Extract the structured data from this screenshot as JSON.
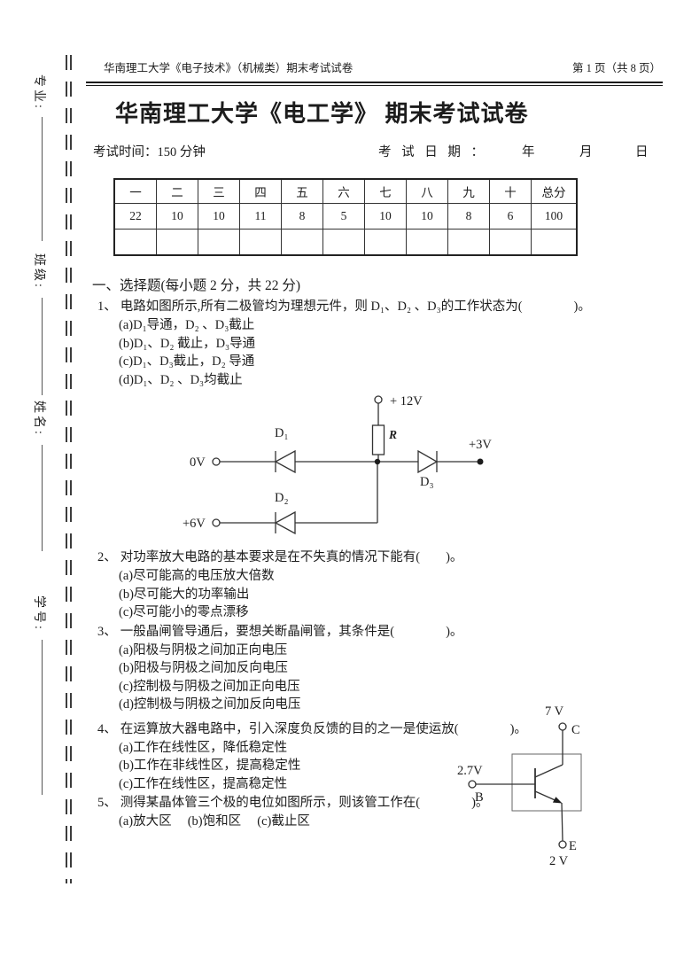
{
  "page": {
    "header_left": "华南理工大学《电子技术》（机械类）期末考试试卷",
    "header_right": "第 1 页（共 8 页）",
    "title": "华南理工大学《电工学》 期末考试试卷",
    "exam_time": "考试时间：150 分钟",
    "date_label": "考 试 日 期 ：",
    "date_year": "年",
    "date_month": "月",
    "date_day": "日"
  },
  "margin_fields": [
    {
      "label": "专业:"
    },
    {
      "label": "班级:"
    },
    {
      "label": "姓名:"
    },
    {
      "label": "学号:"
    }
  ],
  "score_table": {
    "headers": [
      "一",
      "二",
      "三",
      "四",
      "五",
      "六",
      "七",
      "八",
      "九",
      "十",
      "总分"
    ],
    "values": [
      "22",
      "10",
      "10",
      "11",
      "8",
      "5",
      "10",
      "10",
      "8",
      "6",
      "100"
    ],
    "empty_row": [
      "",
      "",
      "",
      "",
      "",
      "",
      "",
      "",
      "",
      "",
      ""
    ]
  },
  "section1": {
    "heading": "一、选择题(每小题 2 分，共 22 分)"
  },
  "questions": [
    {
      "number": "1、",
      "text": "电路如图所示,所有二极管均为理想元件，则 D₁、D₂ 、D₃的工作状态为(　　　　)。",
      "options": [
        "(a)D₁导通，D₂ 、D₃截止",
        "(b)D₁、D₂ 截止，D₃导通",
        "(c)D₁、D₃截止，D₂ 导通",
        "(d)D₁、D₂ 、D₃均截止"
      ]
    },
    {
      "number": "2、",
      "text": "对功率放大电路的基本要求是在不失真的情况下能有(　　)。",
      "options": [
        "(a)尽可能高的电压放大倍数",
        "(b)尽可能大的功率输出",
        "(c)尽可能小的零点漂移"
      ]
    },
    {
      "number": "3、",
      "text": "一般晶闸管导通后，要想关断晶闸管，其条件是(　　　　)。",
      "options": [
        "(a)阳极与阴极之间加正向电压",
        "(b)阳极与阴极之间加反向电压",
        "(c)控制极与阴极之间加正向电压",
        "(d)控制极与阴极之间加反向电压"
      ]
    },
    {
      "number": "4、",
      "text": "在运算放大器电路中，引入深度负反馈的目的之一是使运放(　　　　)。",
      "options": [
        "(a)工作在线性区，降低稳定性",
        "(b)工作在非线性区，提高稳定性",
        "(c)工作在线性区，提高稳定性"
      ]
    },
    {
      "number": "5、",
      "text": "测得某晶体管三个极的电位如图所示，则该管工作在(　　　　)。",
      "options": [
        "(a)放大区　 (b)饱和区　 (c)截止区"
      ]
    }
  ],
  "circuit_diode": {
    "v12": "+ 12V",
    "r": "R",
    "d1": "D₁",
    "d2": "D₂",
    "d3": "D₃",
    "v0": "0V",
    "v6": "+6V",
    "v3": "+3V"
  },
  "circuit_transistor": {
    "vc": "7 V",
    "c": "C",
    "vb": "2.7V",
    "b": "B",
    "ve": "2 V",
    "e": "E"
  }
}
